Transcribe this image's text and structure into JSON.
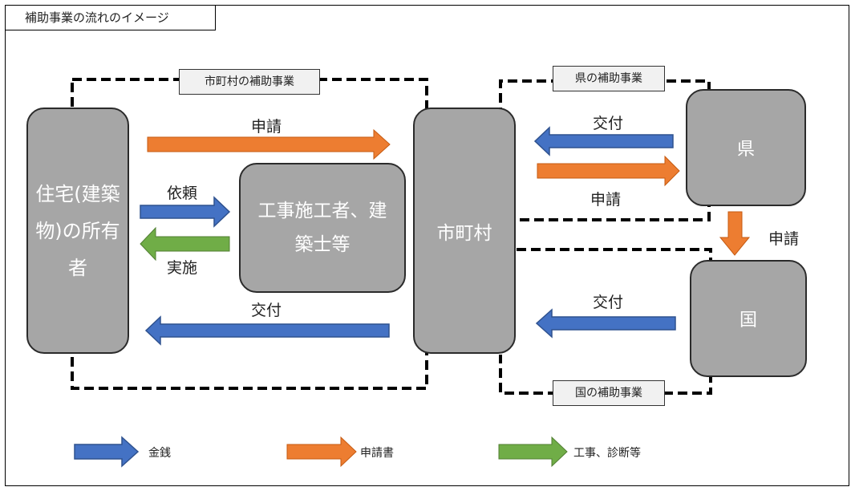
{
  "title": "補助事業の流れのイメージ",
  "regions": {
    "municipal": "市町村の補助事業",
    "prefecture": "県の補助事業",
    "national": "国の補助事業"
  },
  "actors": {
    "owner": "住宅(建築物)の所有者",
    "contractor": "工事施工者、建築士等",
    "municipality": "市町村",
    "prefecture": "県",
    "country": "国"
  },
  "flows": {
    "apply_owner_to_city": "申請",
    "request": "依頼",
    "execute": "実施",
    "grant_city_to_owner": "交付",
    "grant_pref_to_city": "交付",
    "apply_city_to_pref": "申請",
    "apply_pref_to_country": "申請",
    "grant_country_to_city": "交付"
  },
  "legend": [
    {
      "label": "金銭",
      "color": "#4472c4"
    },
    {
      "label": "申請書",
      "color": "#ed7d31"
    },
    {
      "label": "工事、診断等",
      "color": "#70ad47"
    }
  ],
  "colors": {
    "money": "#4472c4",
    "application": "#ed7d31",
    "work": "#70ad47",
    "actor_fill": "#a6a6a6"
  }
}
